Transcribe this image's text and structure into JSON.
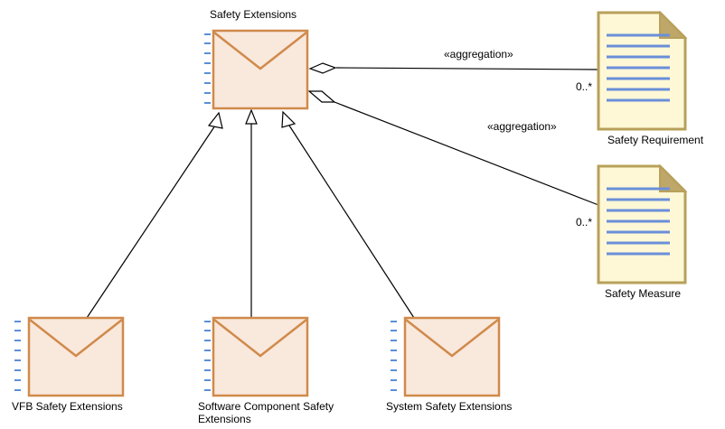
{
  "elements": {
    "safety_extensions": "Safety Extensions",
    "vfb": "VFB Safety Extensions",
    "swc": "Software Component Safety Extensions",
    "system": "System Safety Extensions",
    "safety_requirement": "Safety Requirement",
    "safety_measure": "Safety Measure"
  },
  "relations": {
    "aggregation_1": {
      "stereotype": "«aggregation»",
      "multiplicity": "0..*"
    },
    "aggregation_2": {
      "stereotype": "«aggregation»",
      "multiplicity": "0..*"
    }
  },
  "colors": {
    "package_fill": "#f9e8dc",
    "package_stroke": "#d08a4b",
    "package_bars": "#5b8fd6",
    "doc_fill": "#fff8d6",
    "doc_stroke": "#b8a05a",
    "doc_fold": "#bfa76a",
    "doc_lines": "#6a8fd9",
    "line": "#000000"
  }
}
